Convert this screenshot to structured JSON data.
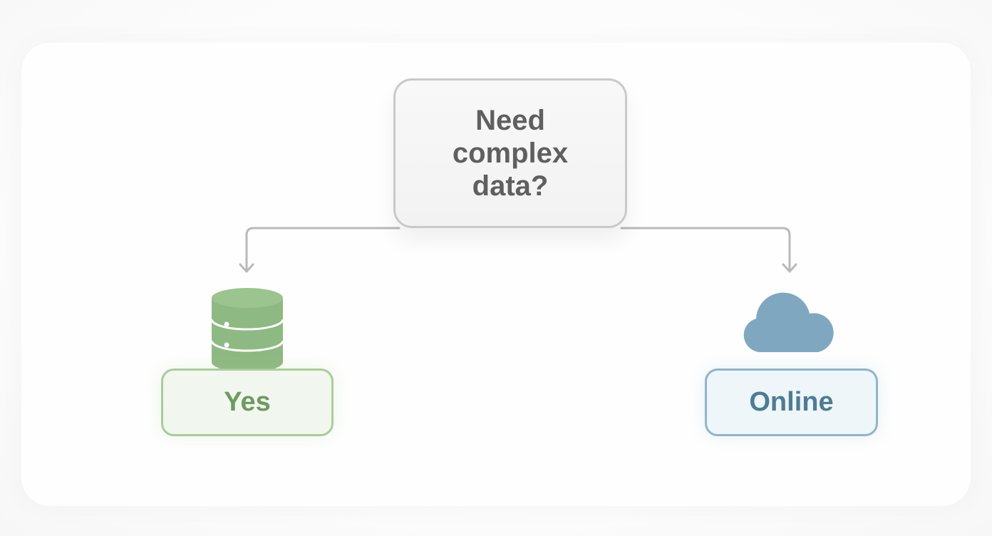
{
  "diagram": {
    "question": "Need complex data?",
    "left_result": "Yes",
    "right_result": "Online"
  },
  "colors": {
    "connector": "#b9b9b9",
    "yes_accent": "#8fb982",
    "online_accent": "#7fa8c0",
    "question_text": "#5f5f5f"
  },
  "icons": {
    "left": "database-icon",
    "right": "cloud-icon"
  }
}
